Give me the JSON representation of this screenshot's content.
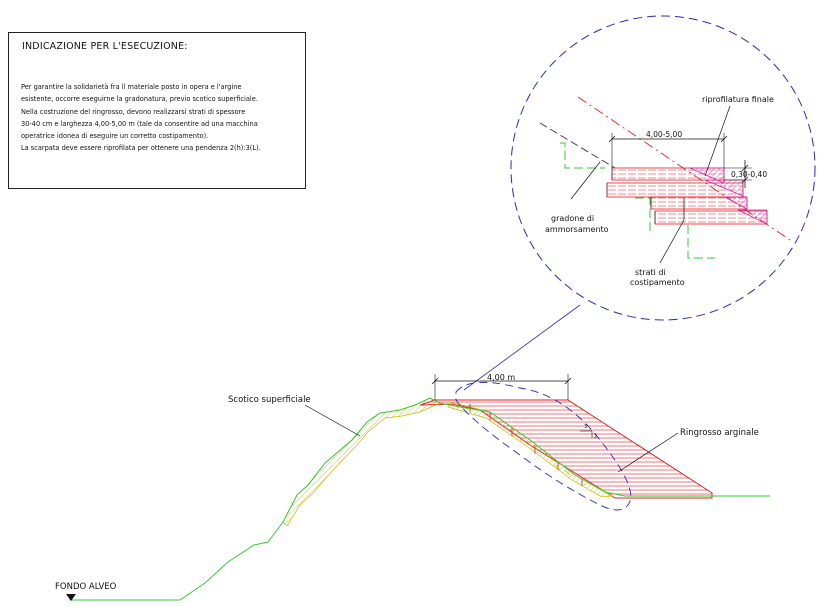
{
  "note": {
    "title": "INDICAZIONE PER L'ESECUZIONE:",
    "lines": [
      "Per garantire la solidarietà fra il materiale posto in opera e l'argine",
      "esistente, occorre eseguirne la gradonatura, previo scotico superficiale.",
      "Nella costruzione del ringrosso, devono realizzarsi strati di spessore",
      "30-40 cm e larghezza 4,00-5,00 m (tale da consentire ad una macchina",
      "operatrice idonea di eseguire un corretto costipamento).",
      "La scarpata deve essere riprofilata per ottenere una pendenza 2(h):3(L)."
    ]
  },
  "detail": {
    "riprofilatura": "riprofilatura finale",
    "width_dim": "4,00-5,00",
    "thickness_dim": "0,30-0,40",
    "gradone_line1": "gradone di",
    "gradone_line2": "ammorsamento",
    "strati_line1": "strati di",
    "strati_line2": "costipamento"
  },
  "section": {
    "crest_dim": "4,00  m",
    "scotico": "Scotico superficiale",
    "ringrosso": "Ringrosso arginale",
    "slope_top": "3",
    "slope_side": "2",
    "fondo": "FONDO ALVEO"
  },
  "colors": {
    "ground": "#33cc33",
    "scotico_fill": "#e6e600",
    "ringrosso": "#e02020",
    "riprofilatura": "#d020b0",
    "circle": "#2a2ab8",
    "dim": "#111111"
  }
}
